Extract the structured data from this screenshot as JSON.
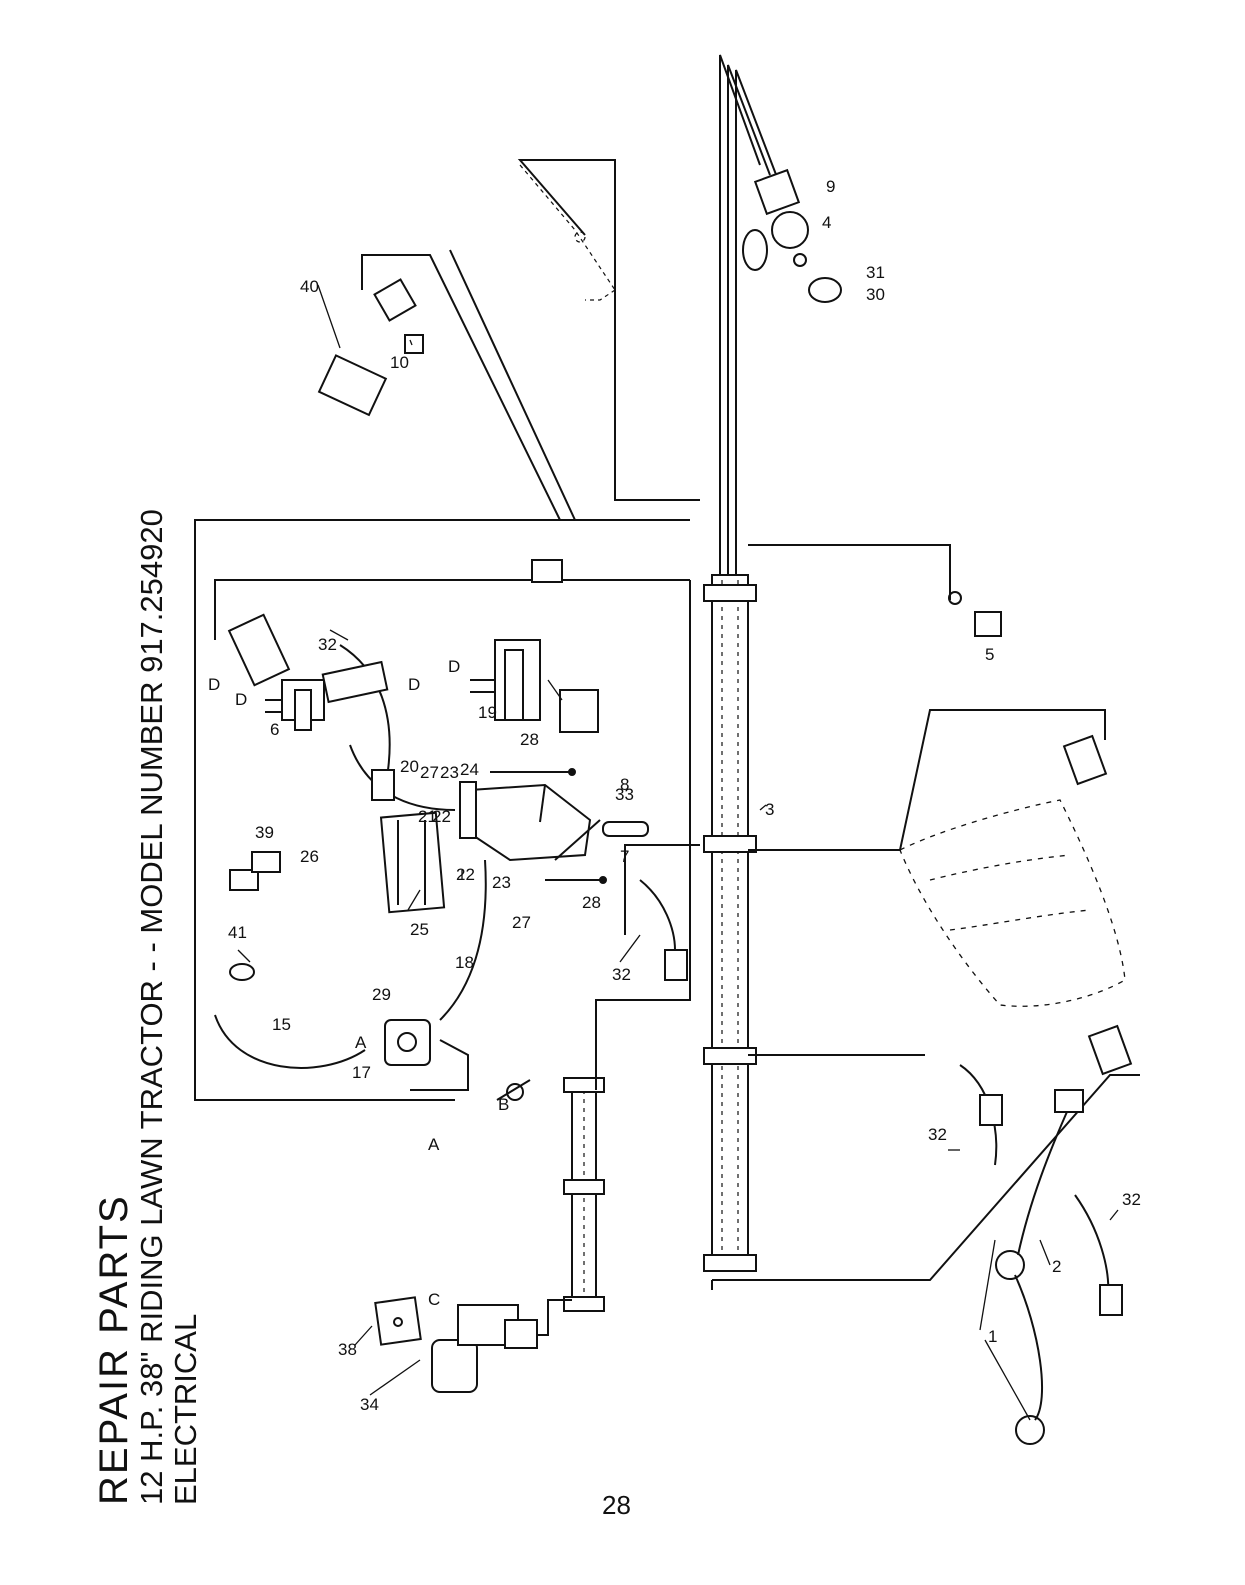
{
  "header": {
    "title": "REPAIR PARTS",
    "model": "12 H.P. 38\" RIDING LAWN TRACTOR - - MODEL NUMBER 917.254920",
    "section": "ELECTRICAL"
  },
  "footer": {
    "page_number": "28"
  },
  "callouts": {
    "c1": "1",
    "c2": "2",
    "c3": "3",
    "c4": "4",
    "c5": "5",
    "c6": "6",
    "c7": "7",
    "c8": "8",
    "c9": "9",
    "c10": "10",
    "c15": "15",
    "c17": "17",
    "c18": "18",
    "c19": "19",
    "c20": "20",
    "c21": "21",
    "c22": "22",
    "c23": "23",
    "c24": "24",
    "c25": "25",
    "c26": "26",
    "c27": "27",
    "c28": "28",
    "c29": "29",
    "c30": "30",
    "c31": "31",
    "c32": "32",
    "c33": "33",
    "c34": "34",
    "c38": "38",
    "c39": "39",
    "c40": "40",
    "c41": "41",
    "refA": "A",
    "refB": "B",
    "refC": "C",
    "refD": "D"
  },
  "colors": {
    "ink": "#111111",
    "paper": "#ffffff"
  }
}
